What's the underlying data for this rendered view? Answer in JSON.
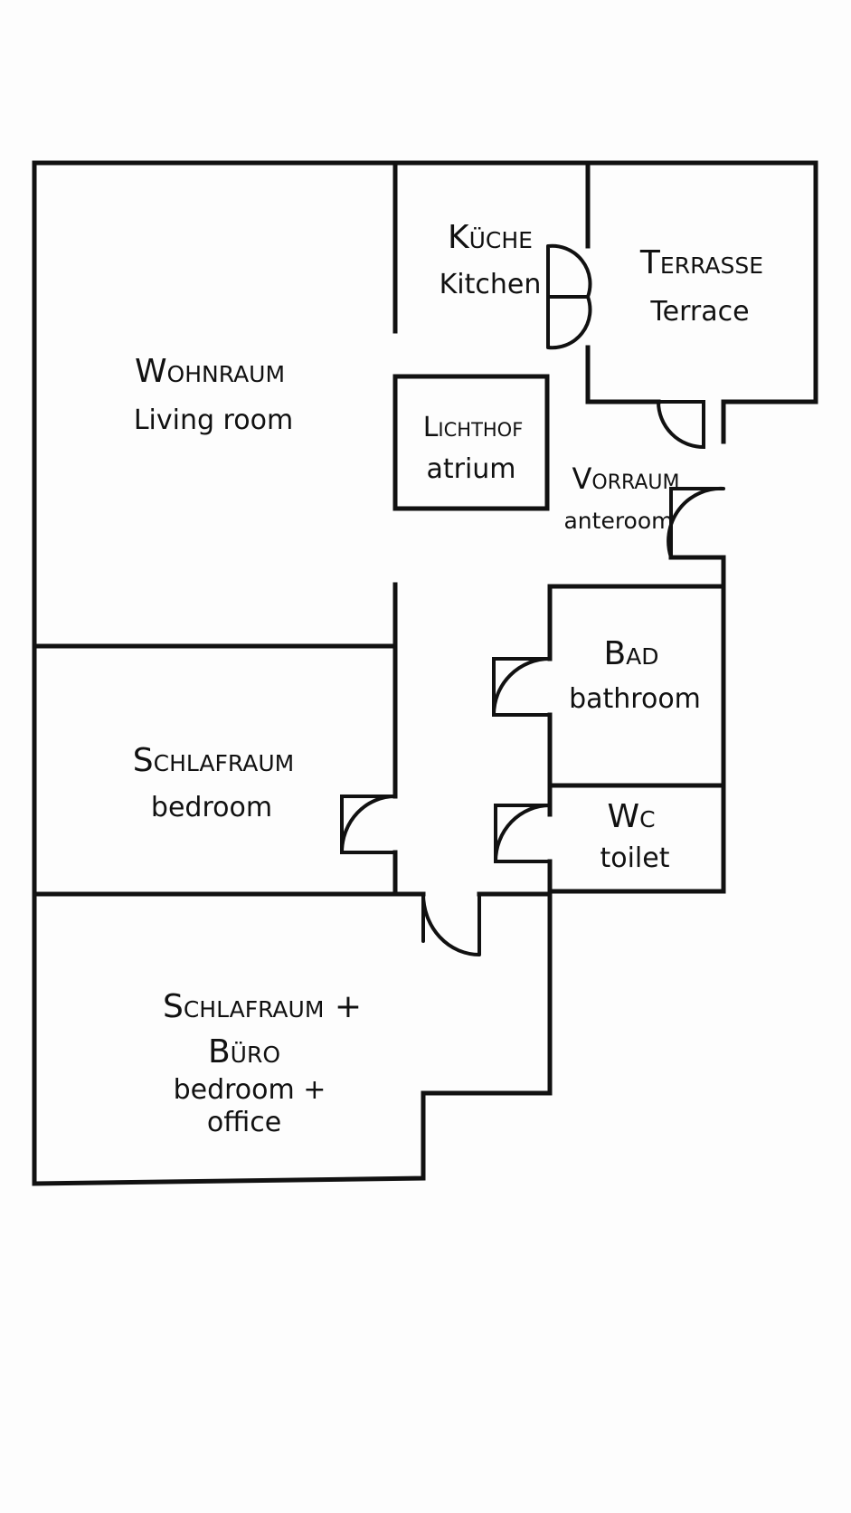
{
  "rooms": {
    "wohnraum": {
      "de": "Wohnraum",
      "en": "Living room"
    },
    "kueche": {
      "de": "Küche",
      "en": "Kitchen"
    },
    "terrasse": {
      "de": "Terrasse",
      "en": "Terrace"
    },
    "lichthof": {
      "de": "Lichthof",
      "en": "atrium"
    },
    "vorraum": {
      "de": "Vorraum",
      "en": "anteroom"
    },
    "bad": {
      "de": "Bad",
      "en": "bathroom"
    },
    "wc": {
      "de": "Wc",
      "en": "toilet"
    },
    "schlafraum": {
      "de": "Schlafraum",
      "en": "bedroom"
    },
    "schlafraum_buero": {
      "de_line1": "Schlafraum +",
      "de_line2": "Büro",
      "en_line1": "bedroom +",
      "en_line2": "office"
    }
  },
  "colors": {
    "ink": "#111111",
    "paper": "#fdfdfd"
  }
}
